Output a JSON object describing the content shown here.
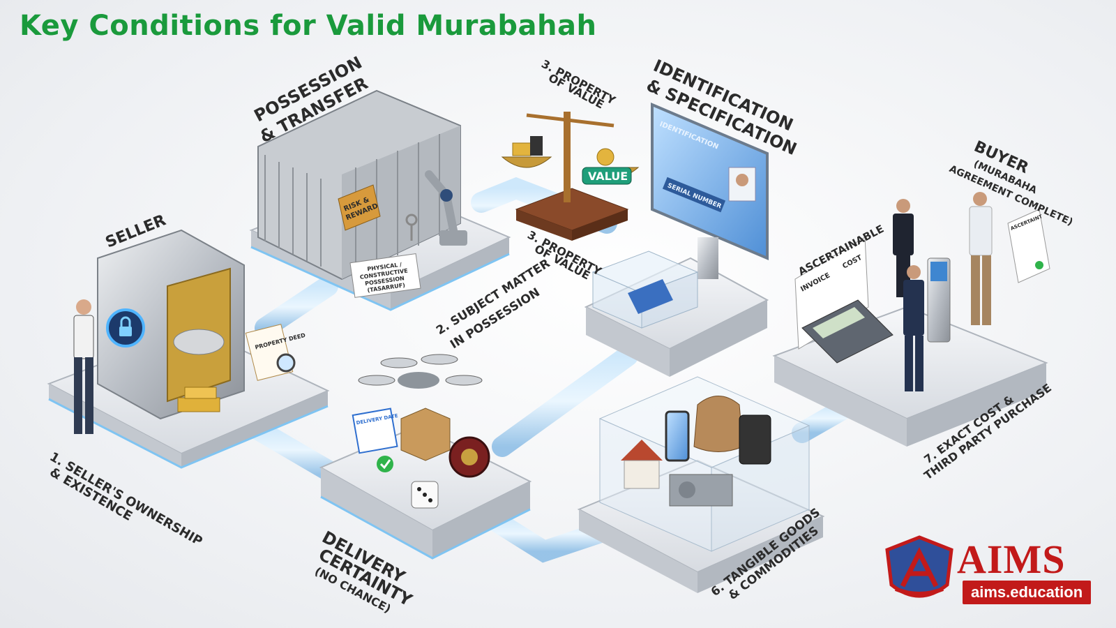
{
  "title": "Key Conditions for Valid Murabahah",
  "stations": {
    "seller": {
      "heading": "SELLER",
      "step": "1. SELLER'S OWNERSHIP",
      "step_sub": "& EXISTENCE",
      "deed": "PROPERTY DEED"
    },
    "possession": {
      "heading": "POSSESSION",
      "heading_sub": "& TRANSFER",
      "step": "2. SUBJECT MATTER",
      "step_sub": "IN POSSESSION",
      "tag": "RISK &",
      "tag_sub": "REWARD",
      "note1": "PHYSICAL /",
      "note2": "CONSTRUCTIVE",
      "note3": "POSSESSION",
      "note4": "(TASARRUF)"
    },
    "value": {
      "heading": "3. PROPERTY",
      "heading_sub": "OF VALUE",
      "step": "3. PROPERTY",
      "step_sub": "OF VALUE",
      "badge": "VALUE"
    },
    "identification": {
      "heading": "IDENTIFICATION",
      "heading_sub": "& SPECIFICATION",
      "screen_title": "IDENTIFICATION",
      "screen_label": "SERIAL NUMBER"
    },
    "delivery": {
      "heading": "DELIVERY",
      "heading_sub": "CERTAINTY",
      "heading_note": "(NO CHANCE)",
      "calendar": "DELIVERY DATE"
    },
    "tangible": {
      "step": "6. TANGIBLE GOODS",
      "step_sub": "& COMMODITIES"
    },
    "buyer": {
      "heading": "BUYER",
      "heading_note": "(MURABAHA",
      "heading_note2": "AGREEMENT COMPLETE)",
      "step": "7. EXACT COST &",
      "step_sub": "THIRD PARTY PURCHASE",
      "sheet_title": "ASCERTAINABLE",
      "sheet_col1": "INVOICE",
      "sheet_col2": "COST",
      "doc": "ASCERTAINT"
    }
  },
  "brand": {
    "name": "AIMS",
    "url": "aims.education"
  },
  "colors": {
    "title_green": "#1a9a3c",
    "brand_red": "#c21a1a",
    "glow_blue": "#7fc4f2"
  }
}
